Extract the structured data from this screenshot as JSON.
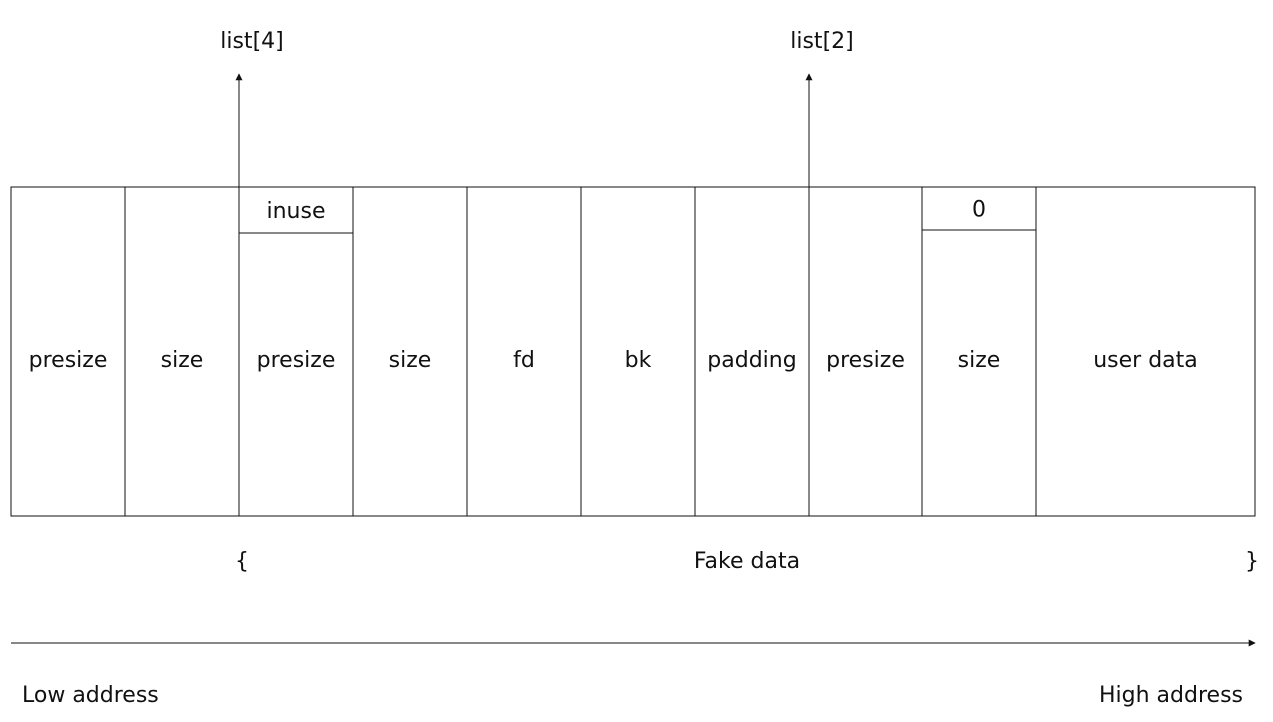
{
  "cells": [
    {
      "label": "presize"
    },
    {
      "label": "size"
    },
    {
      "label": "presize",
      "top_label": "inuse"
    },
    {
      "label": "size"
    },
    {
      "label": "fd"
    },
    {
      "label": "bk"
    },
    {
      "label": "padding"
    },
    {
      "label": "presize"
    },
    {
      "label": "size",
      "top_label": "0"
    },
    {
      "label": "user data"
    }
  ],
  "pointers": [
    {
      "label": "list[4]"
    },
    {
      "label": "list[2]"
    }
  ],
  "fake_data": {
    "label": "Fake data",
    "open_brace": "{",
    "close_brace": "}"
  },
  "address_axis": {
    "low": "Low address",
    "high": "High address"
  }
}
